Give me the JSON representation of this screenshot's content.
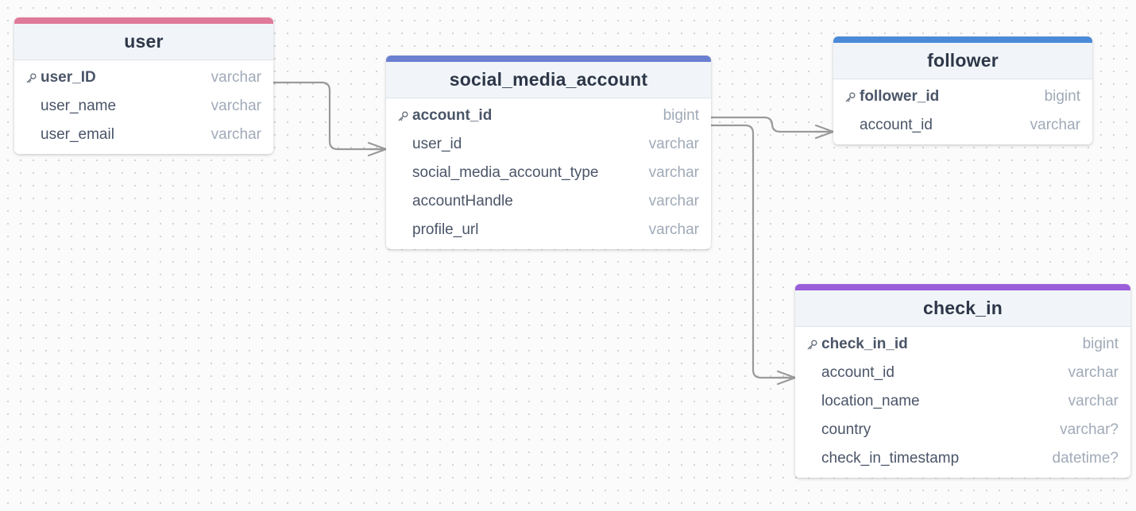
{
  "tables": {
    "user": {
      "name": "user",
      "accent": "#e07a9a",
      "columns": [
        {
          "name": "user_ID",
          "type": "varchar",
          "pk": true
        },
        {
          "name": "user_name",
          "type": "varchar"
        },
        {
          "name": "user_email",
          "type": "varchar"
        }
      ]
    },
    "social_media_account": {
      "name": "social_media_account",
      "accent": "#6b7fd1",
      "columns": [
        {
          "name": "account_id",
          "type": "bigint",
          "pk": true
        },
        {
          "name": "user_id",
          "type": "varchar"
        },
        {
          "name": "social_media_account_type",
          "type": "varchar"
        },
        {
          "name": "accountHandle",
          "type": "varchar"
        },
        {
          "name": "profile_url",
          "type": "varchar"
        }
      ]
    },
    "follower": {
      "name": "follower",
      "accent": "#4a8ad8",
      "columns": [
        {
          "name": "follower_id",
          "type": "bigint",
          "pk": true
        },
        {
          "name": "account_id",
          "type": "varchar"
        }
      ]
    },
    "check_in": {
      "name": "check_in",
      "accent": "#9a5fd9",
      "columns": [
        {
          "name": "check_in_id",
          "type": "bigint",
          "pk": true
        },
        {
          "name": "account_id",
          "type": "varchar"
        },
        {
          "name": "location_name",
          "type": "varchar"
        },
        {
          "name": "country",
          "type": "varchar?"
        },
        {
          "name": "check_in_timestamp",
          "type": "datetime?"
        }
      ]
    }
  },
  "relationships": [
    {
      "from": "user.user_ID",
      "to": "social_media_account.user_id",
      "cardinality": "one-to-many"
    },
    {
      "from": "social_media_account.account_id",
      "to": "follower.account_id",
      "cardinality": "one-to-many"
    },
    {
      "from": "social_media_account.account_id",
      "to": "check_in.account_id",
      "cardinality": "one-to-many"
    }
  ],
  "icons": {
    "primary_key": "key-icon"
  },
  "colors": {
    "connector": "#9a9a9a"
  }
}
